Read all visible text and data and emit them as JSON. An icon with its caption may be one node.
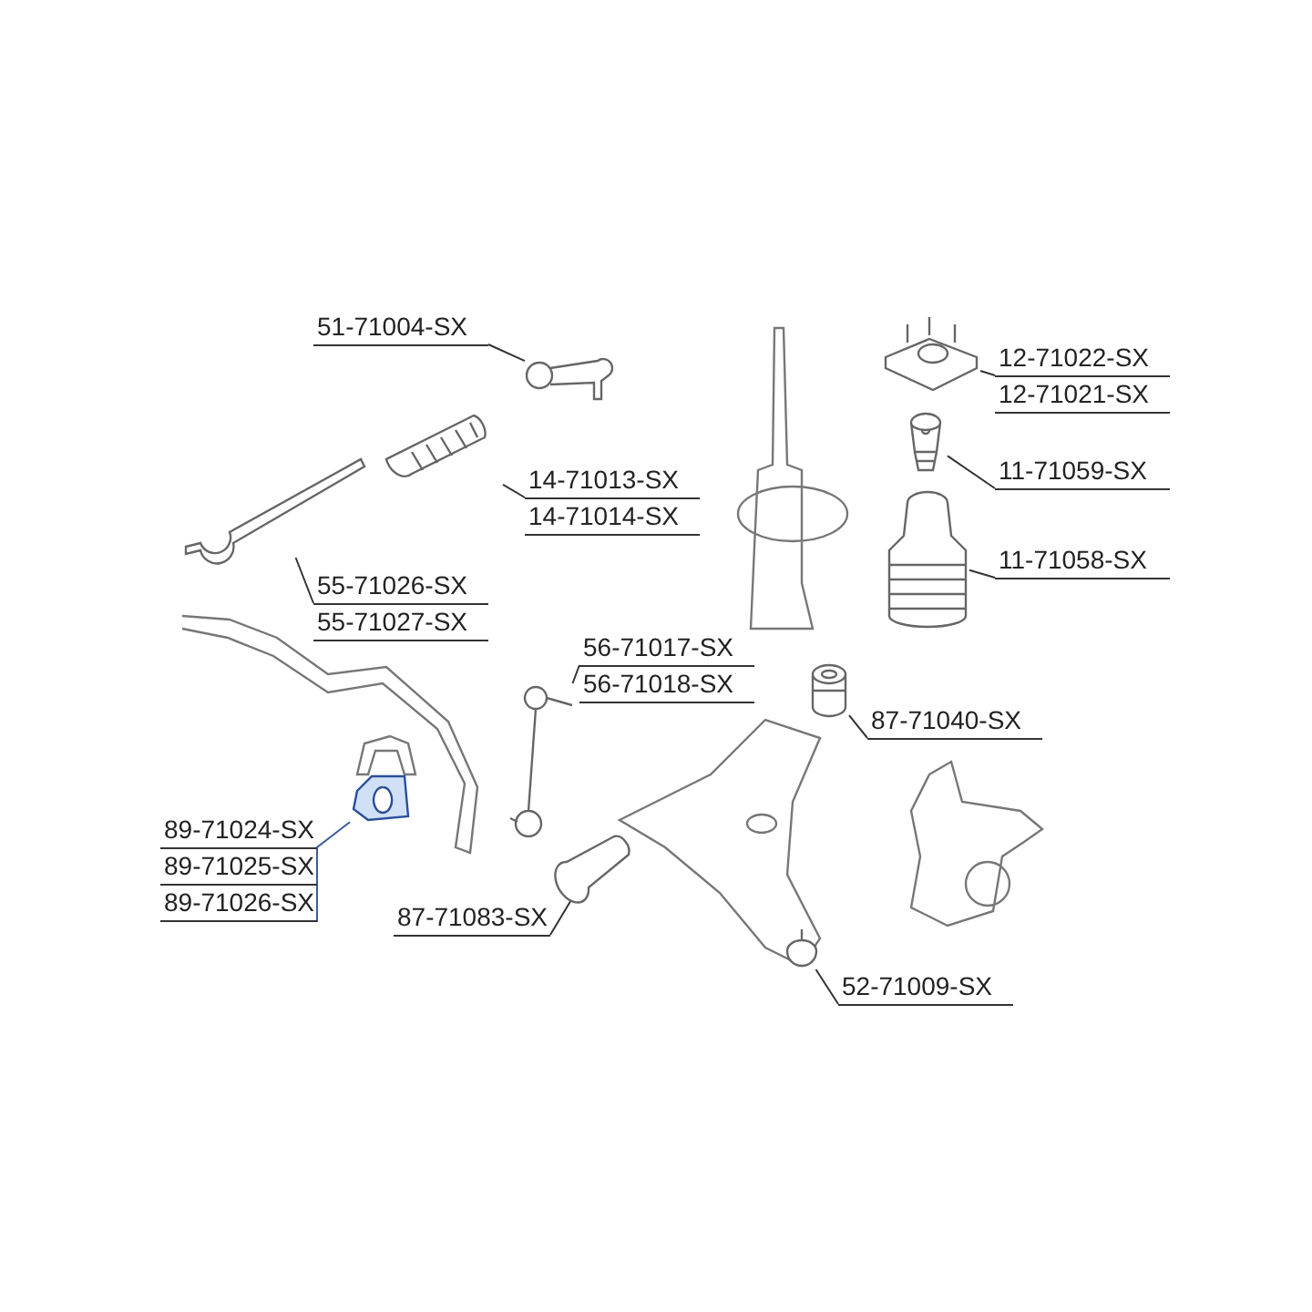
{
  "diagram": {
    "nodes": [
      {
        "text": [
          "51-71004-SX"
        ]
      },
      {
        "text": [],
        "shape": "picture"
      },
      {
        "text": [
          "14-71013-SX",
          "14-71014-SX"
        ]
      },
      {
        "text": [],
        "shape": "picture"
      },
      {
        "text": [
          "55-71026-SX",
          "55-71027-SX"
        ]
      },
      {
        "text": [],
        "shape": "picture"
      },
      {
        "text": [
          "56-71017-SX",
          "56-71018-SX"
        ]
      },
      {
        "text": [],
        "shape": "picture"
      },
      {
        "text": [
          "89-71024-SX",
          "89-71025-SX",
          "89-71026-SX"
        ]
      },
      {
        "text": [],
        "shape": "picture"
      },
      {
        "text": [
          "87-71083-SX"
        ]
      },
      {
        "text": [],
        "shape": "picture"
      },
      {
        "text": [
          "12-71022-SX",
          "12-71021-SX"
        ]
      },
      {
        "text": [],
        "shape": "picture"
      },
      {
        "text": [
          "11-71059-SX"
        ]
      },
      {
        "text": [],
        "shape": "picture"
      },
      {
        "text": [
          "11-71058-SX"
        ]
      },
      {
        "text": [],
        "shape": "picture"
      },
      {
        "text": [
          "87-71040-SX"
        ]
      },
      {
        "text": [],
        "shape": "picture"
      },
      {
        "text": [
          "52-71009-SX"
        ]
      },
      {
        "text": [],
        "shape": "picture"
      }
    ],
    "edges": [
      {
        "from": 0,
        "to": 1,
        "arrow": "none"
      },
      {
        "from": 2,
        "to": 3,
        "arrow": "none"
      },
      {
        "from": 4,
        "to": 5,
        "arrow": "none"
      },
      {
        "from": 6,
        "to": 7,
        "arrow": "none"
      },
      {
        "from": 8,
        "to": 9,
        "arrow": "none",
        "color": "#3b5c9e"
      },
      {
        "from": 10,
        "to": 11,
        "arrow": "none"
      },
      {
        "from": 12,
        "to": 13,
        "arrow": "none"
      },
      {
        "from": 14,
        "to": 15,
        "arrow": "none"
      },
      {
        "from": 16,
        "to": 17,
        "arrow": "none"
      },
      {
        "from": 18,
        "to": 19,
        "arrow": "none"
      },
      {
        "from": 20,
        "to": 21,
        "arrow": "none"
      }
    ]
  }
}
